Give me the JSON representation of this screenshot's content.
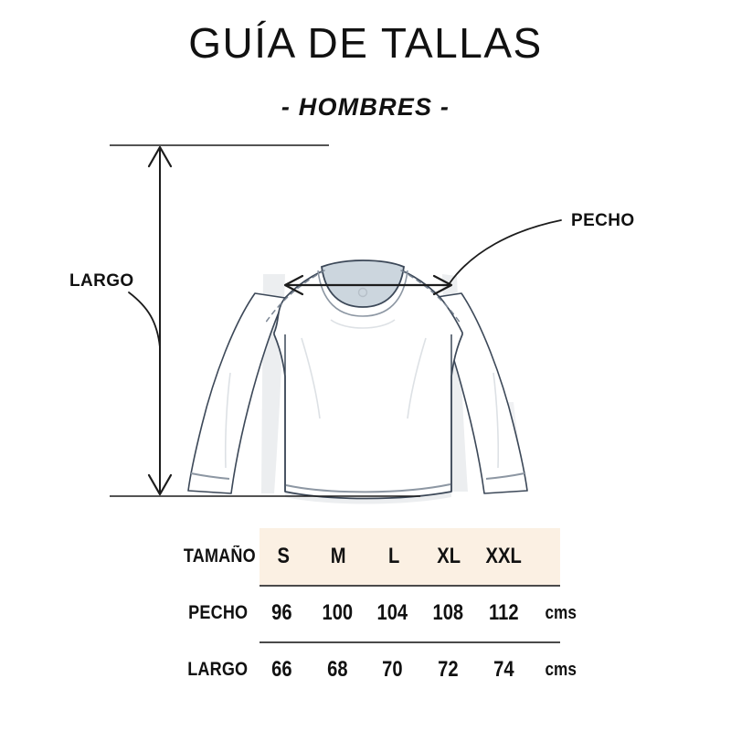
{
  "title": {
    "main": "GUÍA DE TALLAS",
    "sub": "- HOMBRES -"
  },
  "illustration": {
    "garment": "long-sleeve-tshirt",
    "labels": {
      "length": "LARGO",
      "chest": "PECHO"
    },
    "colors": {
      "outline": "#3c4858",
      "detail_line": "#9aa4b0",
      "shadow": "#eceef0",
      "neck_fill": "#ccd6de",
      "dimension_line": "#1c1c1c"
    }
  },
  "table": {
    "header_background": "#fbf0e3",
    "rule_color": "#4a4a4a",
    "columns": [
      "S",
      "M",
      "L",
      "XL",
      "XXL"
    ],
    "header_label": "TAMAÑO",
    "rows": [
      {
        "label": "PECHO",
        "values": [
          "96",
          "100",
          "104",
          "108",
          "112"
        ],
        "unit": "cms"
      },
      {
        "label": "LARGO",
        "values": [
          "66",
          "68",
          "70",
          "72",
          "74"
        ],
        "unit": "cms"
      }
    ],
    "header_unit": ""
  }
}
